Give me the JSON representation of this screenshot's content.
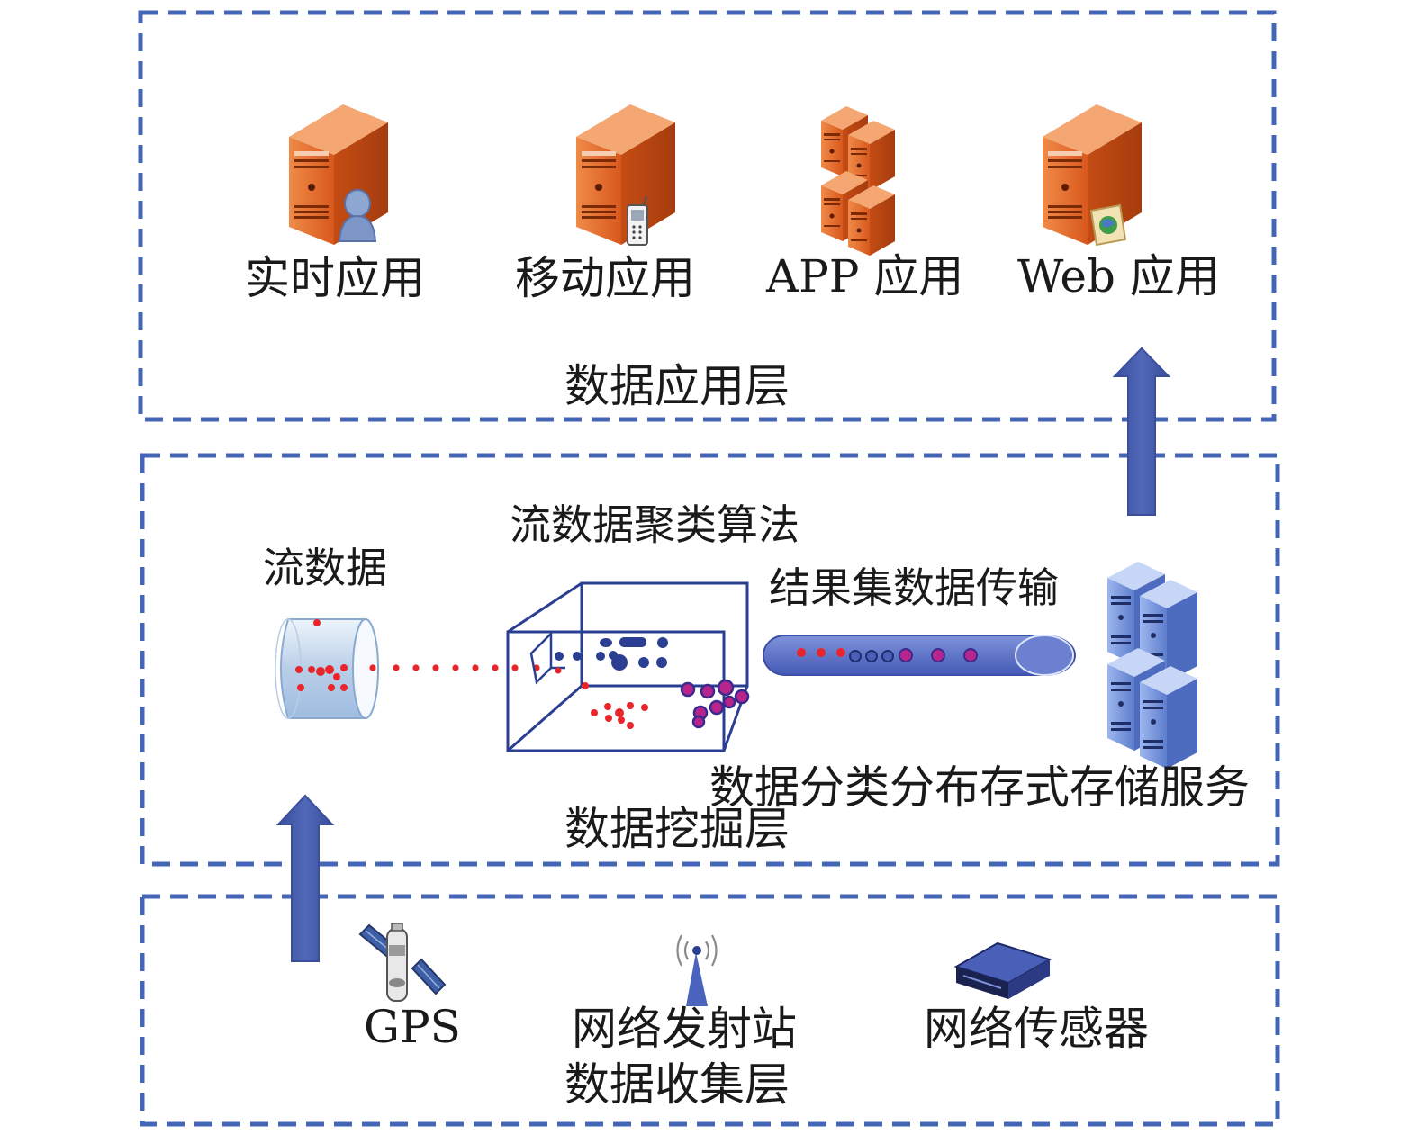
{
  "colors": {
    "dashed_border": "#4466b6",
    "arrow": "#4458a6",
    "server_orange": "#e06a28",
    "server_blue": "#6f8fd6",
    "dot_red": "#e8252b",
    "dot_purple": "#b8248c",
    "dot_navy": "#2b3f92"
  },
  "application_layer": {
    "title": "数据应用层",
    "apps": [
      {
        "label": "实时应用",
        "icon": "server-user-icon"
      },
      {
        "label": "移动应用",
        "icon": "server-mobile-icon"
      },
      {
        "label": "APP 应用",
        "icon": "server-cluster-icon"
      },
      {
        "label": "Web 应用",
        "icon": "server-web-icon"
      }
    ]
  },
  "mining_layer": {
    "title": "数据挖掘层",
    "stream_label": "流数据",
    "algorithm_label": "流数据聚类算法",
    "transfer_label": "结果集数据传输",
    "storage_label": "数据分类分布存式存储服务"
  },
  "collection_layer": {
    "title": "数据收集层",
    "sources": [
      {
        "label": "GPS",
        "icon": "satellite-icon"
      },
      {
        "label": "网络发射站",
        "icon": "radio-tower-icon"
      },
      {
        "label": "网络传感器",
        "icon": "sensor-device-icon"
      }
    ]
  }
}
